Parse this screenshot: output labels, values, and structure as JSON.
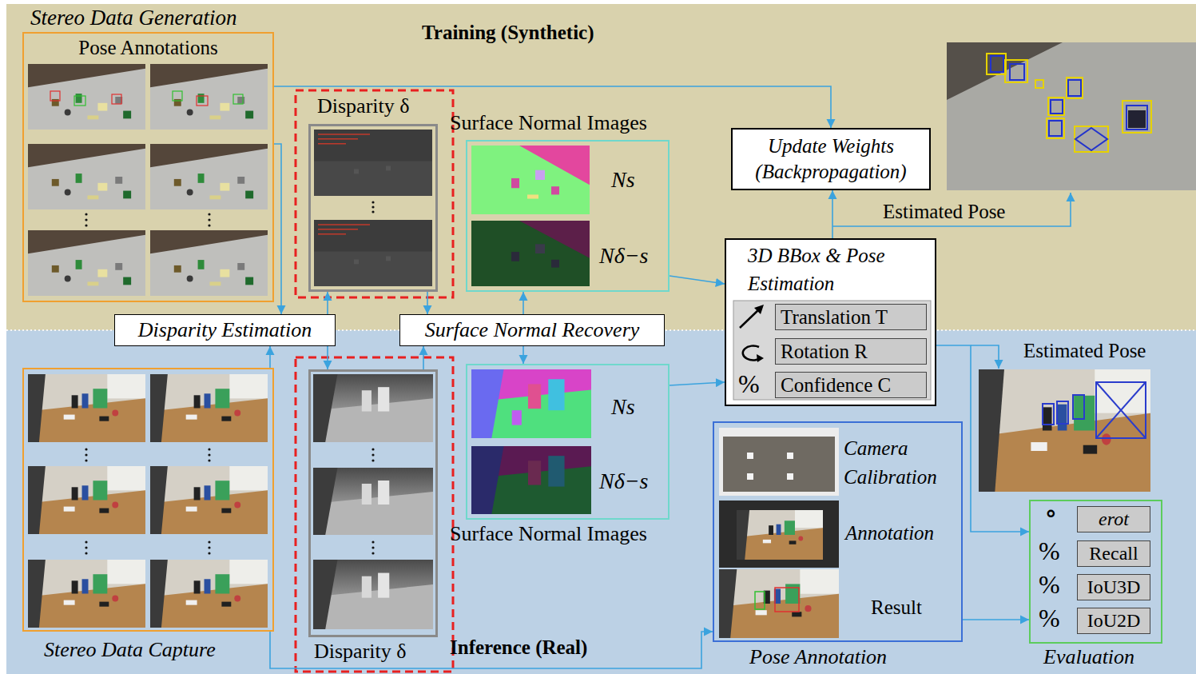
{
  "diagram": {
    "nodes": [
      {
        "text": [
          "Training (Synthetic)"
        ]
      },
      {
        "text": [
          "Stereo Data Generation",
          "Pose Annotations"
        ],
        "in": 0
      },
      {
        "text": [
          "Disparity δ"
        ],
        "in": 0
      },
      {
        "text": [
          "Surface Normal Images",
          "Ns",
          "Nδ−s"
        ],
        "in": 0
      },
      {
        "text": [
          "Update Weights (Backpropagation)"
        ],
        "in": 0
      },
      {
        "text": [
          "Inference (Real)"
        ]
      },
      {
        "text": [
          "Disparity Estimation"
        ]
      },
      {
        "text": [
          "Surface Normal Recovery"
        ]
      },
      {
        "text": [
          "3D BBox & Pose Estimation"
        ]
      },
      {
        "text": [
          "Translation T"
        ],
        "in": 8
      },
      {
        "text": [
          "Rotation R"
        ],
        "in": 8
      },
      {
        "text": [
          "Confidence C"
        ],
        "in": 8
      },
      {
        "text": [
          "Stereo Data Capture"
        ],
        "in": 5
      },
      {
        "text": [
          "Disparity δ"
        ],
        "in": 5
      },
      {
        "text": [
          "Ns",
          "Nδ−s",
          "Surface Normal Images"
        ],
        "in": 5
      },
      {
        "text": [
          "Camera Calibration",
          "Annotation",
          "Result",
          "Pose Annotation"
        ],
        "in": 5
      },
      {
        "text": [
          "Evaluation"
        ],
        "in": 5
      },
      {
        "text": [
          "erot"
        ],
        "in": 16
      },
      {
        "text": [
          "Recall"
        ],
        "in": 16
      },
      {
        "text": [
          "IoU3D"
        ],
        "in": 16
      },
      {
        "text": [
          "IoU2D"
        ],
        "in": 16
      }
    ],
    "edges": [
      {
        "from": 1,
        "to": 4,
        "arrow": "to"
      },
      {
        "from": 1,
        "to": 6,
        "arrow": "to"
      },
      {
        "from": 6,
        "to": 2,
        "arrow": "to"
      },
      {
        "from": 2,
        "to": 7,
        "arrow": "to"
      },
      {
        "from": 7,
        "to": 3,
        "arrow": "to"
      },
      {
        "from": 3,
        "to": 8,
        "arrow": "to"
      },
      {
        "from": 8,
        "to": 4,
        "arrow": "to"
      },
      {
        "from": 12,
        "to": 6,
        "arrow": "to"
      },
      {
        "from": 6,
        "to": 13,
        "arrow": "to"
      },
      {
        "from": 13,
        "to": 7,
        "arrow": "to"
      },
      {
        "from": 7,
        "to": 14,
        "arrow": "to"
      },
      {
        "from": 14,
        "to": 8,
        "arrow": "to"
      },
      {
        "from": 8,
        "to": 16,
        "arrow": "to"
      },
      {
        "from": 12,
        "to": 15,
        "arrow": "to"
      },
      {
        "from": 15,
        "to": 16,
        "arrow": "to"
      }
    ],
    "labels": [
      "Estimated Pose",
      "%",
      "Estimated Pose",
      "∘",
      "%",
      "%",
      "%"
    ]
  }
}
